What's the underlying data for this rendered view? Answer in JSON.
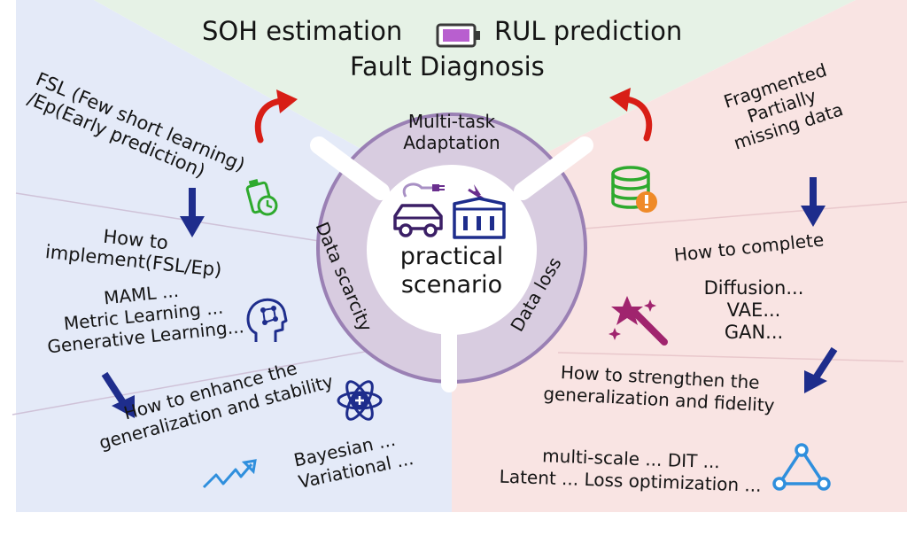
{
  "top": {
    "soh": "SOH estimation",
    "rul": "RUL prediction",
    "fault": "Fault Diagnosis"
  },
  "center": {
    "line1": "practical",
    "line2": "scenario",
    "multi_task": [
      "Multi-task",
      "Adaptation"
    ],
    "data_scarcity": "Data scarcity",
    "data_loss": "Data loss"
  },
  "left": {
    "fsl": [
      "FSL (Few short learning)",
      "/Ep(Early prediction)"
    ],
    "how_impl": [
      "How to",
      "implement(FSL/Ep)"
    ],
    "methods": [
      "MAML ...",
      "Metric Learning ...",
      "Generative Learning..."
    ],
    "how_enhance": [
      "How to enhance the",
      "generalization and stability"
    ],
    "bayes": [
      "Bayesian ...",
      "Variational ..."
    ]
  },
  "right": {
    "fragmented": [
      "Fragmented",
      "Partially",
      "missing data"
    ],
    "how_complete": "How to complete",
    "gen_methods": [
      "Diffusion...",
      "VAE...",
      "GAN..."
    ],
    "how_strengthen": [
      "How to strengthen the",
      "generalization and fidelity"
    ],
    "techs": [
      "multi-scale ...  DIT ...",
      "Latent ...  Loss optimization ..."
    ]
  },
  "colors": {
    "left_bg": "#e4eaf8",
    "top_bg": "#e6f2e6",
    "right_bg": "#f9e4e3",
    "circle": "#d8cce0",
    "ring": "#9a80b4",
    "arrow_red": "#d81e16",
    "arrow_navy": "#1e2d8c",
    "green_icon": "#2eaa2e",
    "purple_icon": "#6a2f8e",
    "magenta_icon": "#a0246e",
    "blue_icon": "#2f8fdd"
  },
  "icons": [
    "battery-icon",
    "redo-arrow-icon",
    "undo-arrow-icon",
    "stopwatch-battery-icon",
    "database-warning-icon",
    "down-arrow-icon",
    "brain-network-icon",
    "atom-icon",
    "trend-arrow-icon",
    "magic-wand-icon",
    "triangle-network-icon",
    "electric-car-icon",
    "charging-station-icon"
  ]
}
